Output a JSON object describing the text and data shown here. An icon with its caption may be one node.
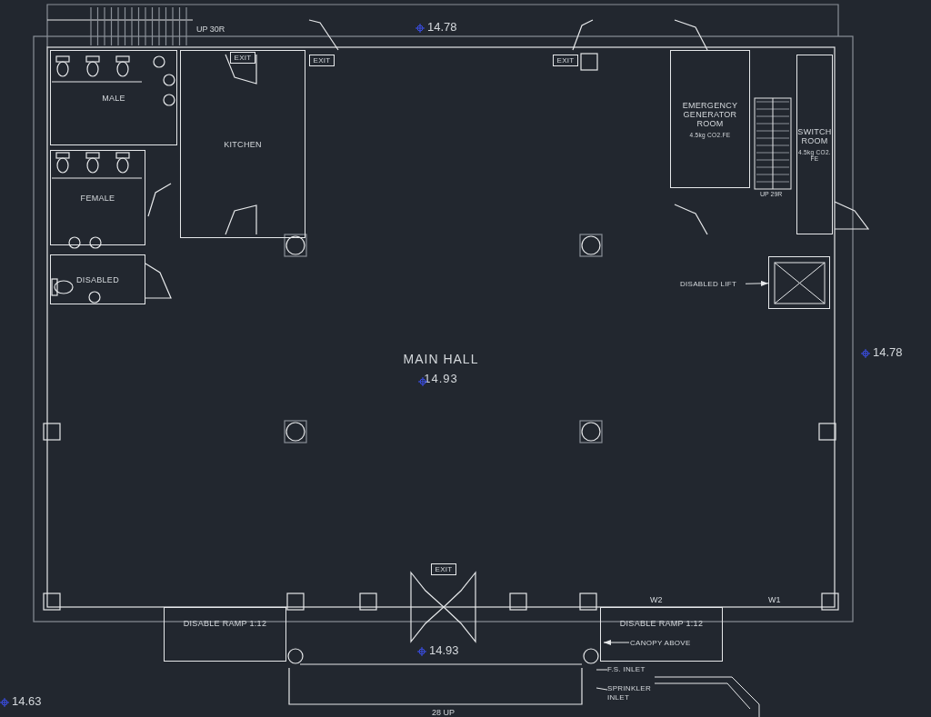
{
  "diagram": {
    "nodes": [
      {
        "text": [
          "MAIN HALL",
          "14.93"
        ]
      },
      {
        "text": [
          "KITCHEN"
        ],
        "in": 0
      },
      {
        "text": [
          "MALE"
        ],
        "in": 0
      },
      {
        "text": [
          "FEMALE"
        ],
        "in": 0
      },
      {
        "text": [
          "DISABLED"
        ],
        "in": 0
      },
      {
        "text": [
          "EMERGENCY GENERATOR ROOM",
          "4.5kg CO2.FE"
        ],
        "in": 0
      },
      {
        "text": [
          "SWITCH ROOM",
          "4.5kg CO2. FE"
        ],
        "in": 0
      },
      {
        "text": [
          "EXIT"
        ],
        "in": 1
      },
      {
        "text": [
          "EXIT"
        ],
        "in": 0
      },
      {
        "text": [
          "EXIT"
        ],
        "in": 0
      },
      {
        "text": [
          "EXIT"
        ],
        "in": 0
      },
      {
        "text": [
          "DISABLED LIFT"
        ]
      },
      {
        "text": [],
        "shape": "box",
        "in": 0
      },
      {
        "text": [
          "DISABLE RAMP 1:12"
        ]
      },
      {
        "text": [
          "DISABLE RAMP 1:12"
        ]
      },
      {
        "text": [
          "CANOPY ABOVE"
        ],
        "in": 14
      },
      {
        "text": [
          "F.S. INLET"
        ]
      },
      {
        "text": [
          "SPRINKLER INLET"
        ]
      }
    ],
    "edges": [
      {
        "from": 11,
        "to": 12,
        "arrow": "to"
      },
      {
        "from": 15,
        "to": 14,
        "arrow": "to"
      },
      {
        "from": 16,
        "to": null,
        "arrow": "none"
      },
      {
        "from": 17,
        "to": null,
        "arrow": "none"
      }
    ],
    "labels": [
      "UP 30R",
      "14.78",
      "UP 29R",
      "14.78",
      "W2",
      "W1",
      "14.93",
      "14.63",
      "28 UP"
    ]
  }
}
